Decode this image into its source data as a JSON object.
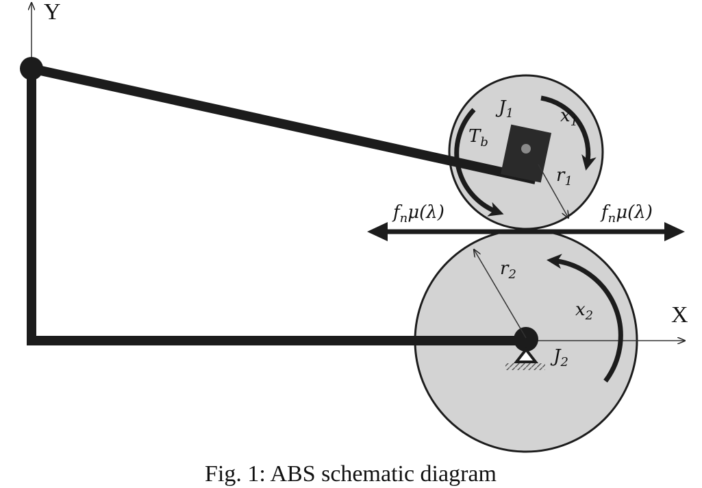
{
  "axes": {
    "y_label": "Y",
    "x_label": "X"
  },
  "wheel_upper": {
    "inertia": {
      "base": "J",
      "sub": "1"
    },
    "torque": {
      "base": "T",
      "sub": "b"
    },
    "rotation": {
      "base": "x",
      "sub": "1"
    },
    "radius": {
      "base": "r",
      "sub": "1"
    }
  },
  "wheel_lower": {
    "inertia": {
      "base": "J",
      "sub": "2"
    },
    "rotation": {
      "base": "x",
      "sub": "2"
    },
    "radius": {
      "base": "r",
      "sub": "2"
    }
  },
  "friction_left": "fnμ(λ)",
  "friction_right": "fnμ(λ)",
  "friction": {
    "base": "f",
    "sub": "n",
    "rest": "μ(λ)"
  },
  "caption": "Fig. 1: ABS schematic diagram",
  "colors": {
    "wheel_fill": "#d3d3d3",
    "ink": "#1c1c1c",
    "hub": "#2a2a2a"
  }
}
